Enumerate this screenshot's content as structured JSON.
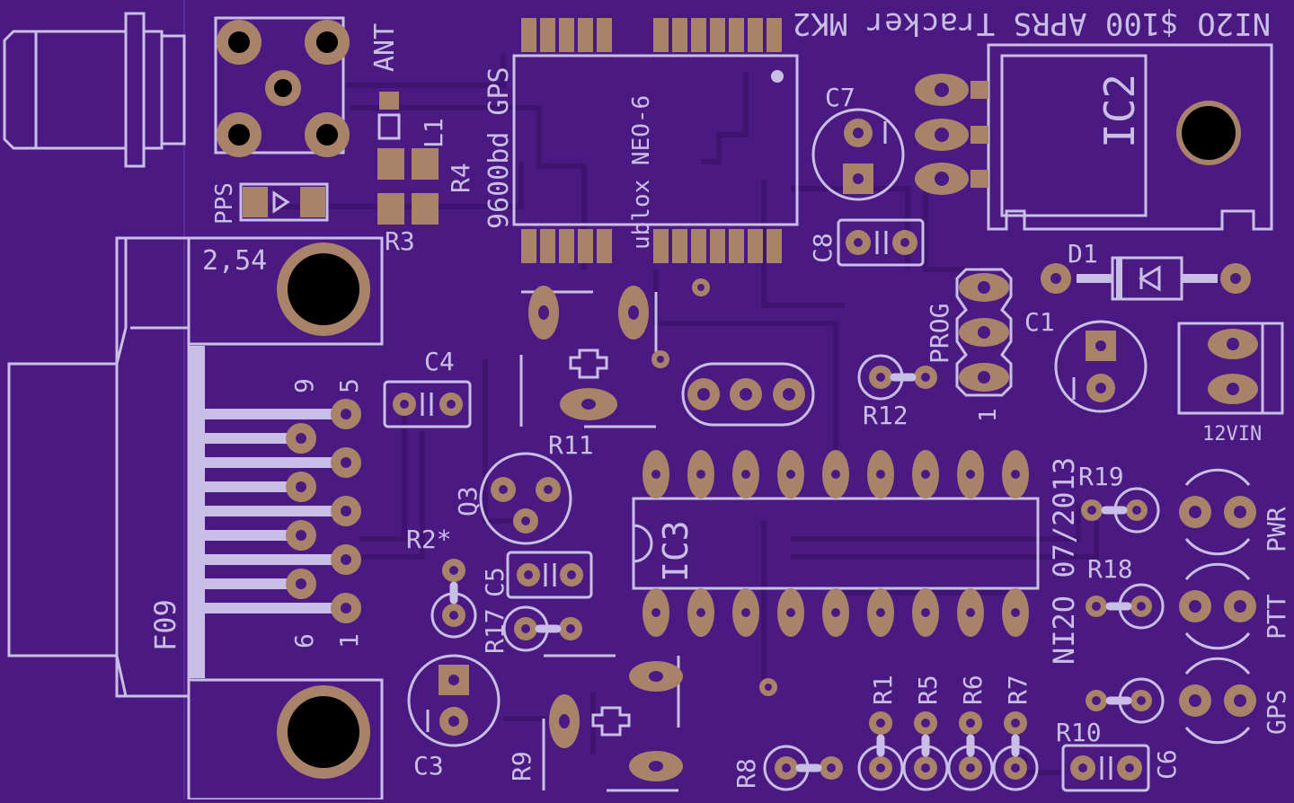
{
  "board": {
    "title": "NI2O $100 APRS Tracker MK2",
    "signature": "NI2O 07/2013"
  },
  "colors": {
    "pcb": "#4a1a82",
    "trace": "#3e1470",
    "silkscreen": "#c9bfe6",
    "copper": "#a9826a"
  },
  "components": {
    "ant": "ANT",
    "l1": "L1",
    "r4": "R4",
    "r3": "R3",
    "pps": "PPS",
    "gps_label": "9600bd GPS",
    "ublox": "ublox NEO-6",
    "c7": "C7",
    "ic2": "IC2",
    "c8": "C8",
    "d1": "D1",
    "prog": "PROG",
    "c1": "C1",
    "r12": "R12",
    "twelve_vin": "12VIN",
    "pitch": "2,54",
    "c4": "C4",
    "r11": "R11",
    "q3": "Q3",
    "r2": "R2*",
    "c5": "C5",
    "r17": "R17",
    "ic3": "IC3",
    "r19": "R19",
    "pwr": "PWR",
    "r18": "R18",
    "ptt": "PTT",
    "gps": "GPS",
    "r10": "R10",
    "c6": "C6",
    "c3": "C3",
    "r9": "R9",
    "r8": "R8",
    "r1": "R1",
    "r5": "R5",
    "r6": "R6",
    "r7": "R7",
    "f09": "F09",
    "pin9": "9",
    "pin5": "5",
    "pin6": "6",
    "pin1": "1",
    "prog_pin1": "1"
  }
}
